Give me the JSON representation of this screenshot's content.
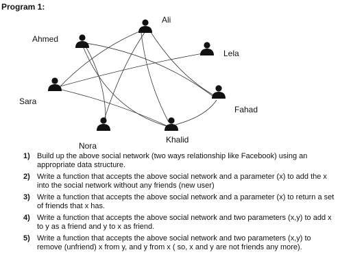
{
  "program": {
    "title": "Program 1:"
  },
  "network": {
    "nodes": [
      {
        "id": "ali",
        "name": "Ali"
      },
      {
        "id": "ahmed",
        "name": "Ahmed"
      },
      {
        "id": "lela",
        "name": "Lela"
      },
      {
        "id": "sara",
        "name": "Sara"
      },
      {
        "id": "fahad",
        "name": "Fahad"
      },
      {
        "id": "nora",
        "name": "Nora"
      },
      {
        "id": "khalid",
        "name": "Khalid"
      }
    ],
    "edges": [
      [
        "ali",
        "nora"
      ],
      [
        "ali",
        "sara"
      ],
      [
        "ali",
        "fahad"
      ],
      [
        "ali",
        "khalid"
      ],
      [
        "ahmed",
        "nora"
      ],
      [
        "ahmed",
        "khalid"
      ],
      [
        "ahmed",
        "fahad"
      ],
      [
        "sara",
        "lela"
      ],
      [
        "sara",
        "khalid"
      ],
      [
        "khalid",
        "fahad"
      ]
    ],
    "relationship": "two-way (undirected)"
  },
  "tasks": [
    {
      "number": "1)",
      "text": "Build up the above social network (two ways relationship like Facebook) using an appropriate data structure."
    },
    {
      "number": "2)",
      "text": "Write a function that accepts the above social network and a parameter (x) to add the x into the social network without any friends (new user)"
    },
    {
      "number": "3)",
      "text": "Write a function that accepts the above social network and a parameter (x) to return a set of friends that x has."
    },
    {
      "number": "4)",
      "text": "Write a function that accepts the above social network and two parameters (x,y) to add x to y as a friend and y to x as friend."
    },
    {
      "number": "5)",
      "text": "Write a function that accepts the above social network and two parameters (x,y) to remove (unfriend) x from y, and y from x ( so, x and y are not friends any more)."
    }
  ]
}
